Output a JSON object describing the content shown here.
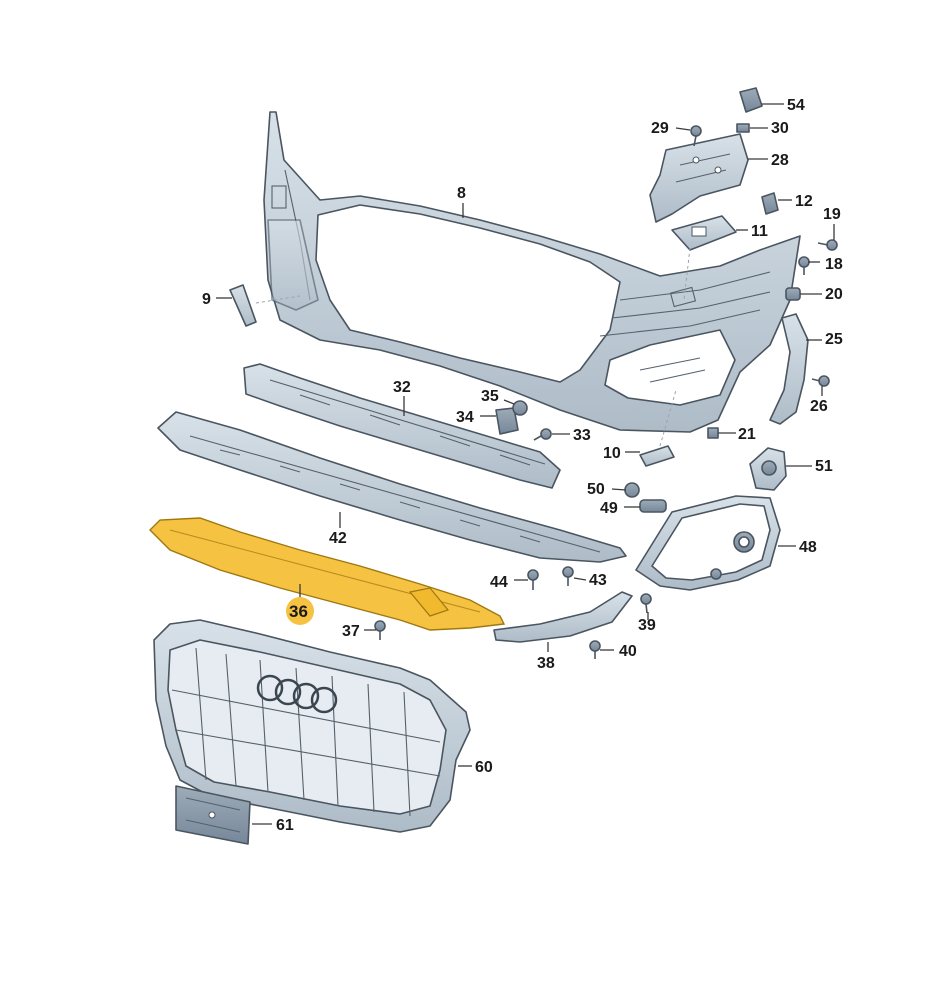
{
  "diagram": {
    "highlight_color": "#f5c242",
    "part_fill": "#c9d4dd",
    "part_stroke": "#4a5560",
    "labels": {
      "p8": "8",
      "p9": "9",
      "p10": "10",
      "p11": "11",
      "p12": "12",
      "p18": "18",
      "p19": "19",
      "p20": "20",
      "p21": "21",
      "p25": "25",
      "p26": "26",
      "p28": "28",
      "p29": "29",
      "p30": "30",
      "p32": "32",
      "p33": "33",
      "p34": "34",
      "p35": "35",
      "p36": "36",
      "p37": "37",
      "p38": "38",
      "p39": "39",
      "p40": "40",
      "p42": "42",
      "p43": "43",
      "p44": "44",
      "p48": "48",
      "p49": "49",
      "p50": "50",
      "p51": "51",
      "p54": "54",
      "p60": "60",
      "p61": "61"
    }
  }
}
